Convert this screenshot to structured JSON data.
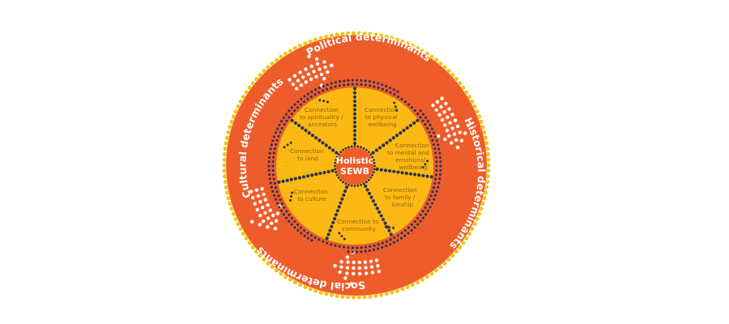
{
  "colors": {
    "outer_ring": "#EE5C2B",
    "outer_border_dots": "#F2C318",
    "inner_circle": "#FDB913",
    "navy_dots": "#2A3350",
    "arrow_dots": "#ffffff",
    "segment_text": "#8A6410",
    "center_fill": "#EE5C2B"
  },
  "center": {
    "line1": "Holistic",
    "line2": "SEWB"
  },
  "determinants": [
    {
      "label": "Political determinants"
    },
    {
      "label": "Historical determinants"
    },
    {
      "label": "Social determinants"
    },
    {
      "label": "Cultural determinants"
    }
  ],
  "segments": [
    {
      "lines": [
        "Connection",
        "to spirituality /",
        "ancestors"
      ]
    },
    {
      "lines": [
        "Connection",
        "to physical",
        "wellbeing"
      ]
    },
    {
      "lines": [
        "Connection",
        "to mental and",
        "emotional",
        "wellbeing"
      ]
    },
    {
      "lines": [
        "Connection",
        "to family /",
        "kinship"
      ]
    },
    {
      "lines": [
        "Connection to",
        "community"
      ]
    },
    {
      "lines": [
        "Connection",
        "to culture"
      ]
    },
    {
      "lines": [
        "Connection",
        "to land"
      ]
    }
  ],
  "arrows": [
    {
      "icon": "dotted-arrow-icon"
    },
    {
      "icon": "dotted-arrow-icon"
    },
    {
      "icon": "dotted-arrow-icon"
    },
    {
      "icon": "dotted-arrow-icon"
    }
  ]
}
